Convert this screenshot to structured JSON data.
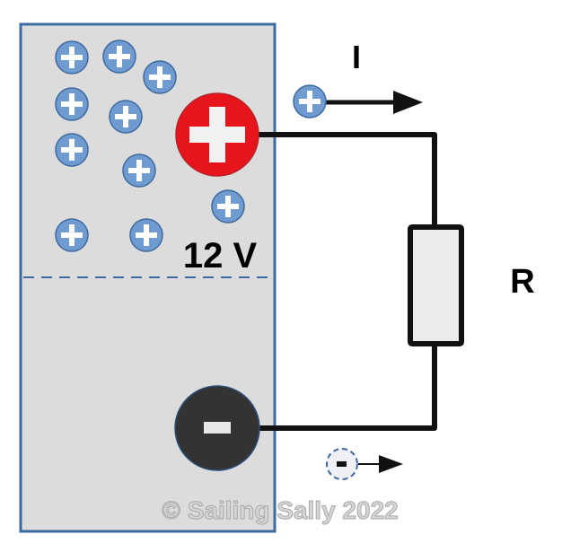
{
  "diagram": {
    "battery_voltage_label": "12 V",
    "current_label": "I",
    "resistor_label": "R",
    "positive_terminal_symbol": "+",
    "negative_terminal_symbol": "-",
    "charge_symbol_positive": "+",
    "charge_symbol_negative": "-",
    "watermark": "© Sailing Sally 2022",
    "positive_charge_count_in_battery": 10,
    "colors": {
      "battery_fill": "#dcdcdc",
      "battery_border": "#3d6aa0",
      "positive_terminal": "#e8141b",
      "negative_terminal": "#333333",
      "charge_fill": "#6f9bd1",
      "wire": "#111111",
      "resistor_fill": "#ececec"
    }
  }
}
